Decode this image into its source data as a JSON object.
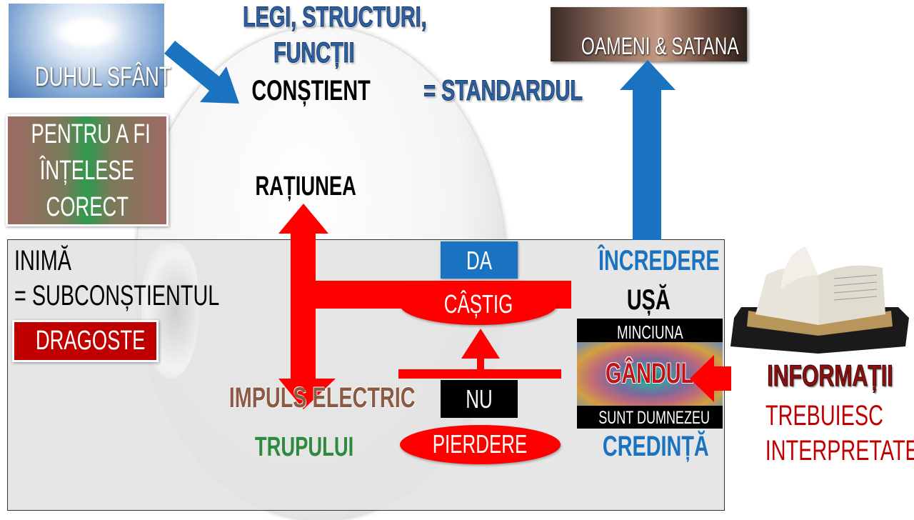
{
  "top": {
    "spirit_label": "DUHUL SFÂNT",
    "laws_line1": "LEGI, STRUCTURI,",
    "laws_line2": "FUNCȚII",
    "conscious": "CONȘTIENT",
    "standard": "= STANDARDUL",
    "people_label": "OAMENI & SATANA"
  },
  "left": {
    "understood_lines": [
      "PENTRU A FI",
      "ÎNȚELESE",
      "CORECT"
    ],
    "heart": "INIMĂ",
    "subconscious": "= SUBCONȘTIENTUL",
    "love": "DRAGOSTE"
  },
  "center": {
    "reason": "RAȚIUNEA",
    "yes": "DA",
    "gain": "CÂȘTIG",
    "no": "NU",
    "loss": "PIERDERE",
    "impulse": "IMPULS ELECTRIC",
    "body": "TRUPULUI"
  },
  "right": {
    "trust": "ÎNCREDERE",
    "door": "UȘĂ",
    "lie": "MINCIUNA",
    "thought": "GÂNDUL",
    "i_am_god": "SUNT DUMNEZEU",
    "faith": "CREDINȚĂ",
    "information": "INFORMAȚII",
    "must_line1": "TREBUIESC",
    "must_line2": "INTERPRETATE"
  },
  "colors": {
    "blue": "#1a73c0",
    "red": "#ff0000",
    "dark_red": "#c00000",
    "green": "#2e8b3e",
    "brown": "#8a5a44"
  }
}
